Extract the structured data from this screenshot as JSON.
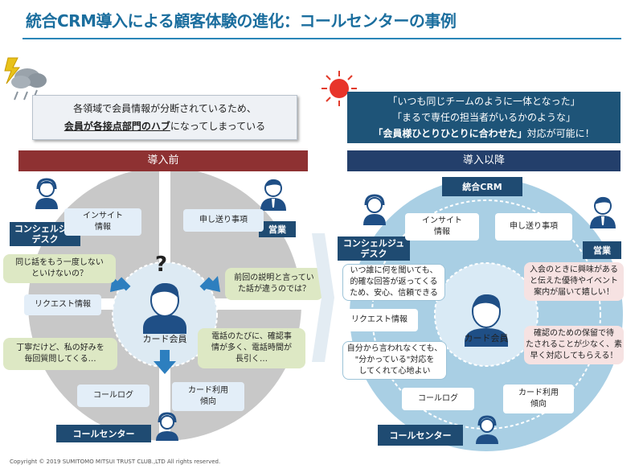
{
  "title": "統合CRM導入による顧客体験の進化：コールセンターの事例",
  "before": {
    "message_line1": "各領域で会員情報が分断されているため、",
    "message_line2_highlight": "会員が各接点部門のハブ",
    "message_line2_rest": "になってしまっている",
    "header": "導入前",
    "concierge_label": "コンシェルジュ\nデスク",
    "sales_label": "営業",
    "callcenter_label": "コールセンター",
    "box_insight": "インサイト\n情報",
    "box_handover": "申し送り事項",
    "box_request": "リクエスト情報",
    "box_calllog": "コールログ",
    "box_carduse": "カード利用\n傾向",
    "question_mark": "?",
    "center_label": "カード会員",
    "bubble_repeat": "同じ話をもう一度しない\nといけないの？",
    "bubble_previous": "前回の説明と言ってい\nた話が違うのでは？",
    "bubble_polite": "丁寧だけど、私の好みを\n毎回質問してくる…",
    "bubble_confirm": "電話のたびに、確認事\n情が多く、電話時間が\n長引く…"
  },
  "after": {
    "message_line1": "「いつも同じチームのように一体となった」",
    "message_line2": "「まるで専任の担当者がいるかのような」",
    "message_line3_bold": "「会員様ひとりひとりに合わせた」",
    "message_line3_rest": "対応が可能に！",
    "header": "導入以降",
    "crm_label": "統合CRM",
    "concierge_label": "コンシェルジュ\nデスク",
    "sales_label": "営業",
    "callcenter_label": "コールセンター",
    "box_insight": "インサイト\n情報",
    "box_handover": "申し送り事項",
    "box_request": "リクエスト情報",
    "box_calllog": "コールログ",
    "box_carduse": "カード利用\n傾向",
    "center_label": "カード会員",
    "bubble_anytime": "いつ誰に何を聞いても、\n的確な回答が返ってくる\nため、安心、信頼できる",
    "bubble_joining": "入会のときに興味がある\nと伝えた優待やイベント\n案内が届いて嬉しい！",
    "bubble_confirmation": "確認のための保留で待\nたされることが少なく、素\n早く対応してもらえる！",
    "bubble_understood": "自分から言われなくても、\n\"分かっている\"対応を\nしてくれて心地よい"
  },
  "copyright": "Copyright © 2019 SUMITOMO MITSUI TRUST CLUB.,LTD All rights reserved.",
  "colors": {
    "title": "#1b6e9e",
    "before_header": "#8e3132",
    "after_header": "#233f6b",
    "after_message_bg": "#1e5478",
    "label_dark": "#1f4b72",
    "circle_grey": "#c8c8c8",
    "circle_blue": "#a9cfe4"
  },
  "icons": [
    "storm-cloud-icon",
    "sun-icon",
    "person-icon",
    "headset-icon",
    "arrow-icon"
  ]
}
